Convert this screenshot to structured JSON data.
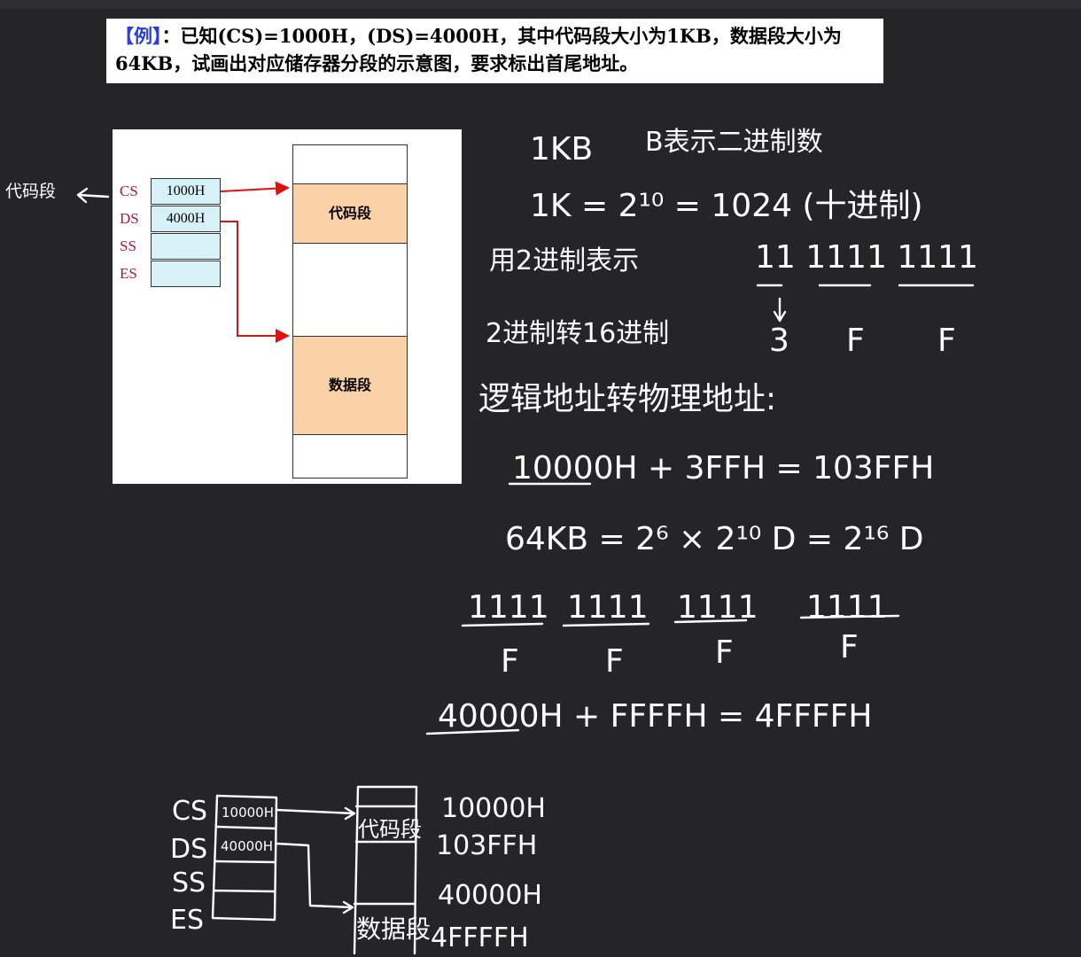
{
  "problem": {
    "tag": "【例】",
    "text": "：已知(CS)=1000H，(DS)=4000H，其中代码段大小为1KB，数据段大小为64KB，试画出对应储存器分段的示意图，要求标出首尾地址。"
  },
  "diagram": {
    "side_note": "代码段",
    "registers": [
      {
        "name": "CS",
        "value": "1000H"
      },
      {
        "name": "DS",
        "value": "4000H"
      },
      {
        "name": "SS",
        "value": ""
      },
      {
        "name": "ES",
        "value": ""
      }
    ],
    "code_segment": "代码段",
    "data_segment": "数据段",
    "arrow_color": "#e01010",
    "segment_color": "#fbd1a8",
    "register_color": "#d6f1f8"
  },
  "notes": {
    "l1a": "1KB",
    "l1b": "B表示二进制数",
    "l2": "1K = 2¹⁰ = 1024 (十进制)",
    "l3a": "用2进制表示",
    "l3b": "11 1111 1111",
    "l4a": "2进制转16进制",
    "l4b": "3",
    "l4c": "F",
    "l4d": "F",
    "l5": "逻辑地址转物理地址:",
    "l6": "10000H + 3FFH = 103FFH",
    "l7": "64KB = 2⁶ × 2¹⁰ D = 2¹⁶ D",
    "l8": [
      "1111",
      "1111",
      "1111",
      "1111"
    ],
    "l9": [
      "F",
      "F",
      "F",
      "F"
    ],
    "l10": "40000H + FFFFH = 4FFFFH"
  },
  "sketch": {
    "regs": [
      "CS",
      "DS",
      "SS",
      "ES"
    ],
    "cs_val": "10000H",
    "ds_val": "40000H",
    "code": "代码段",
    "data": "数据段",
    "addr1": "10000H",
    "addr2": "103FFH",
    "addr3": "40000H",
    "addr4": "4FFFFH"
  }
}
